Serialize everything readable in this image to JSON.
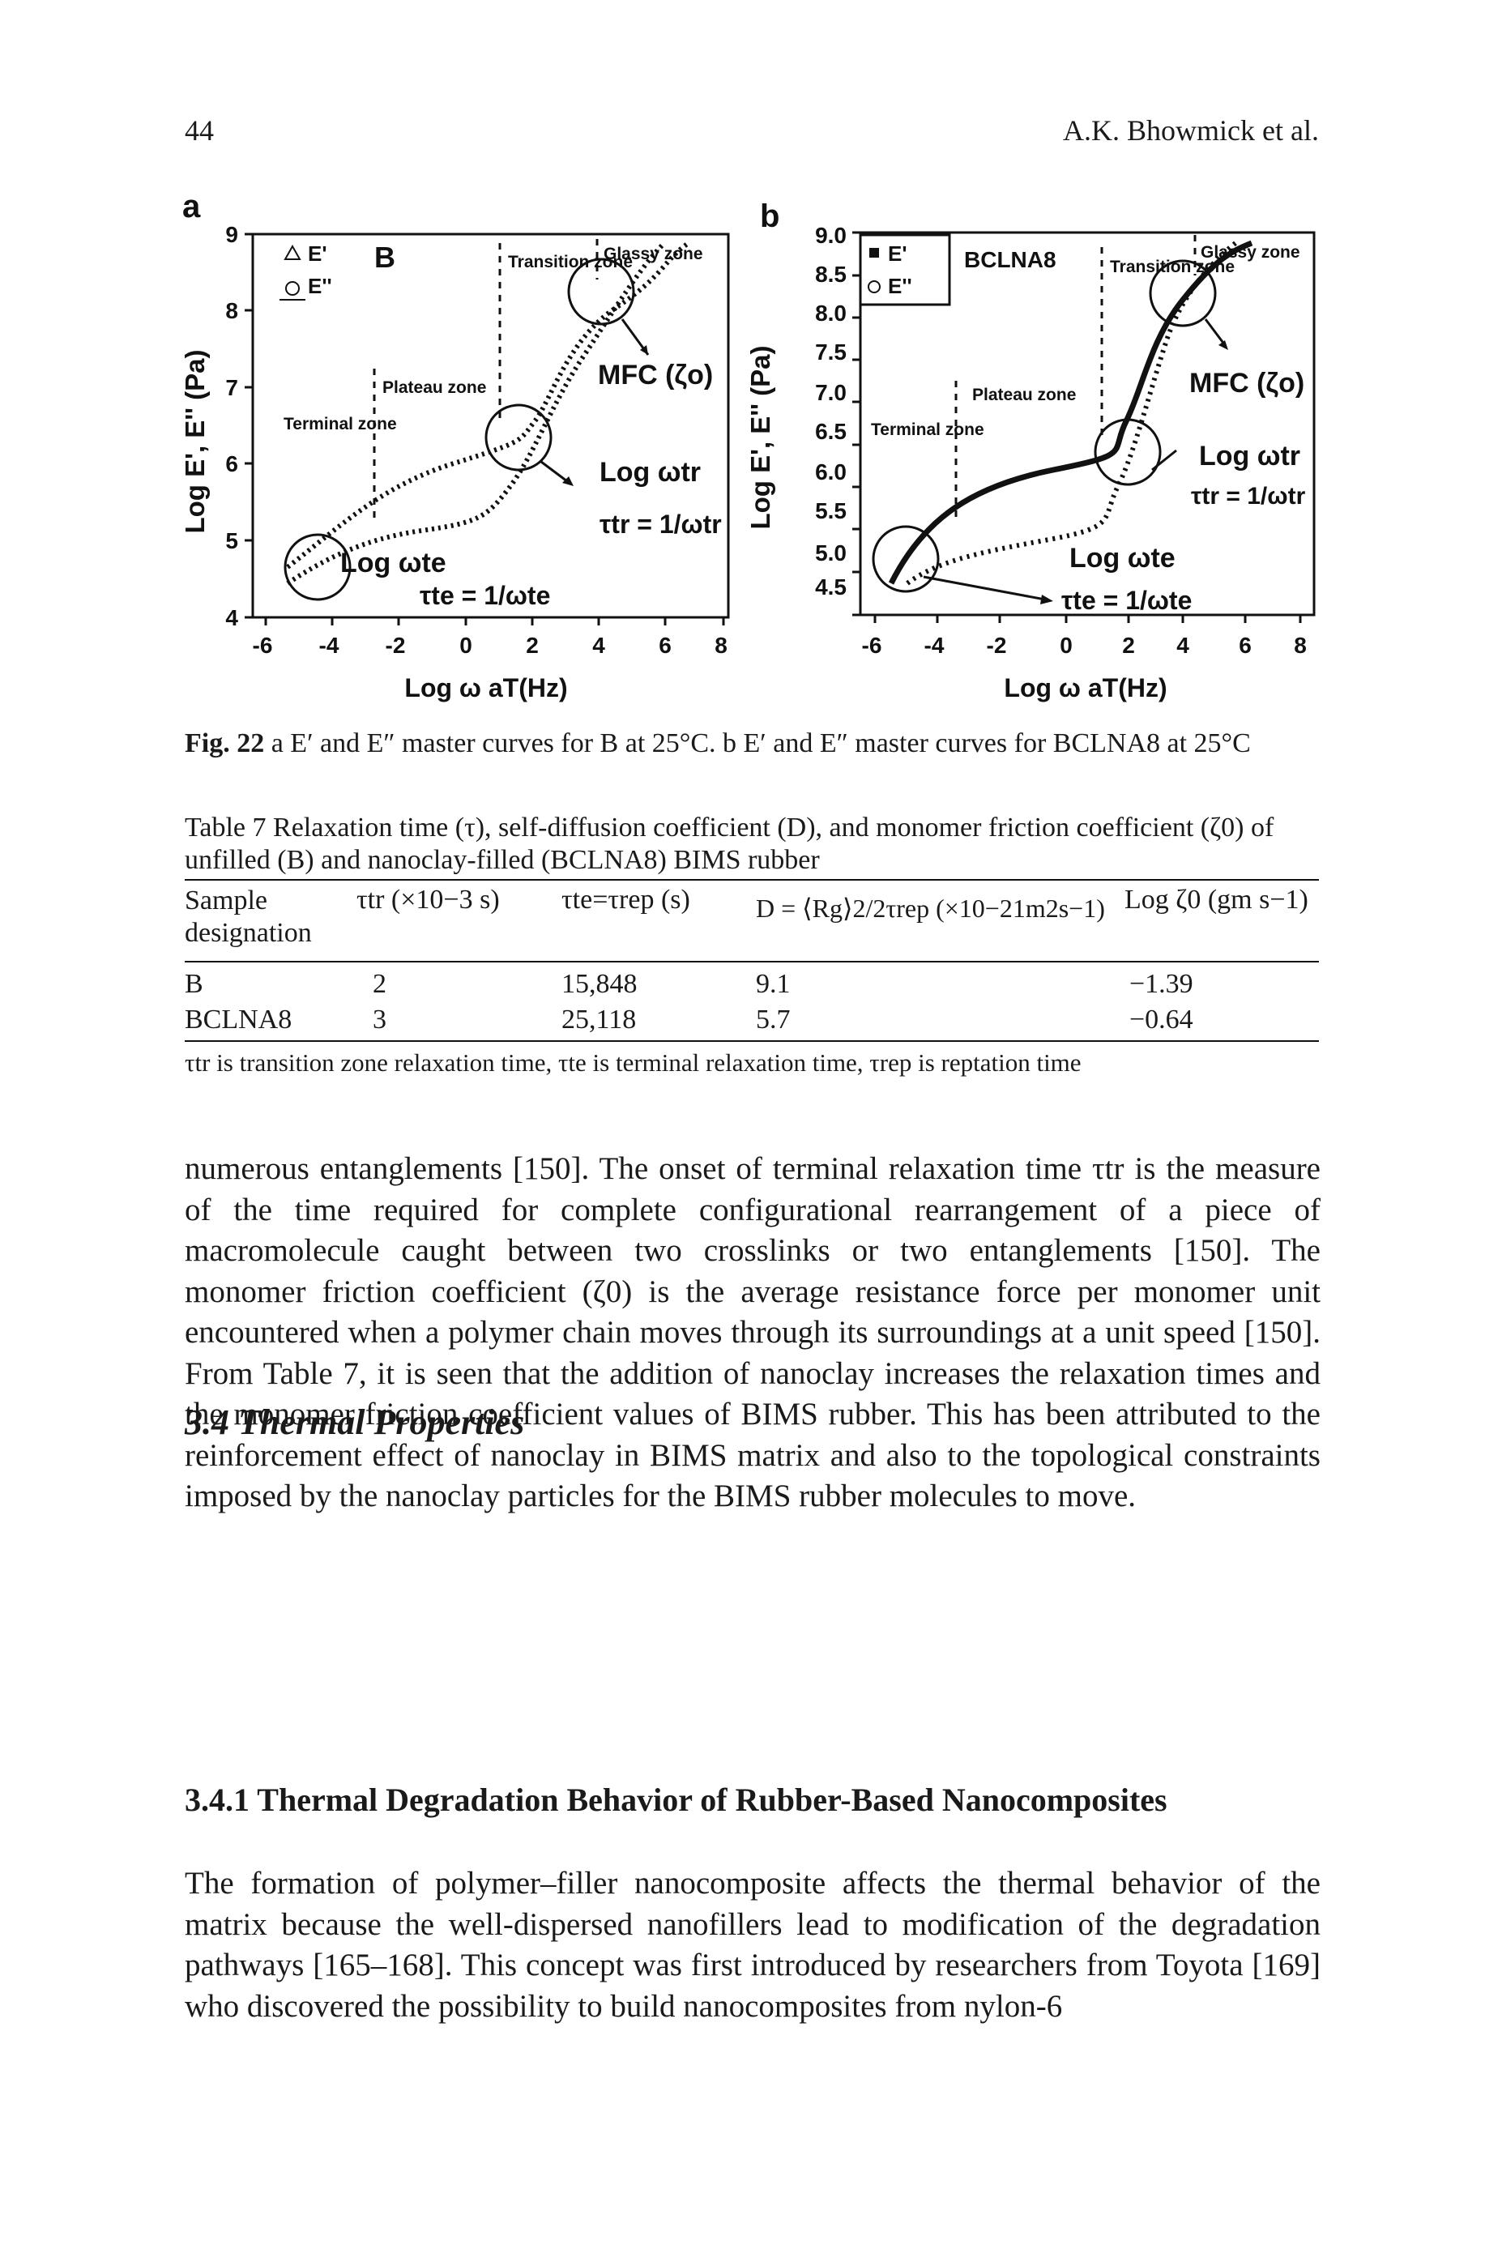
{
  "header": {
    "page_number": "44",
    "running_head": "A.K. Bhowmick et al."
  },
  "figure": {
    "panel_a": {
      "letter": "a",
      "y_axis_label": "Log E', E'' (Pa)",
      "x_axis_label": "Log ω aT(Hz)",
      "legend": [
        "E'",
        "E''"
      ],
      "legend_markers": [
        "triangle-open",
        "circle-open"
      ],
      "sample": "B",
      "zones": [
        "Terminal zone",
        "Plateau zone",
        "Transition zone",
        "Glassy zone"
      ],
      "annotations": [
        "MFC (ζo)",
        "Log ωtr",
        "τtr = 1/ωtr",
        "Log ωte",
        "τte = 1/ωte"
      ],
      "y_ticks": [
        "4",
        "5",
        "6",
        "7",
        "8",
        "9"
      ],
      "x_ticks": [
        "-6",
        "-4",
        "-2",
        "0",
        "2",
        "4",
        "6",
        "8"
      ]
    },
    "panel_b": {
      "letter": "b",
      "y_axis_label": "Log E', E'' (Pa)",
      "x_axis_label": "Log ω aT(Hz)",
      "legend": [
        "E'",
        "E''"
      ],
      "legend_markers": [
        "square-filled",
        "circle-open"
      ],
      "sample": "BCLNA8",
      "zones": [
        "Terminal zone",
        "Plateau zone",
        "Transition zone",
        "Glassy zone"
      ],
      "annotations": [
        "MFC (ζo)",
        "Log ωtr",
        "τtr = 1/ωtr",
        "Log ωte",
        "τte = 1/ωte"
      ],
      "y_ticks": [
        "4.5",
        "5.0",
        "5.5",
        "6.0",
        "6.5",
        "7.0",
        "7.5",
        "8.0",
        "8.5",
        "9.0"
      ],
      "x_ticks": [
        "-6",
        "-4",
        "-2",
        "0",
        "2",
        "4",
        "6",
        "8"
      ]
    },
    "caption_label": "Fig. 22",
    "caption_text": "a E′ and E″ master curves for B at 25°C. b E′ and E″ master curves for BCLNA8 at 25°C"
  },
  "table": {
    "label": "Table 7",
    "caption": "Relaxation time (τ), self-diffusion coefficient (D), and monomer friction coefficient (ζ0) of unfilled (B) and nanoclay-filled (BCLNA8) BIMS rubber",
    "headers": [
      "Sample designation",
      "τtr (×10−3 s)",
      "τte=τrep (s)",
      "D = ⟨Rg⟩2/2τrep (×10−21m2s−1)",
      "Log ζ0 (gm s−1)"
    ],
    "rows": [
      [
        "B",
        "2",
        "15,848",
        "9.1",
        "−1.39"
      ],
      [
        "BCLNA8",
        "3",
        "25,118",
        "5.7",
        "−0.64"
      ]
    ],
    "footnote": "τtr is transition zone relaxation time, τte is terminal relaxation time, τrep is reptation time"
  },
  "body_paragraph_1": "numerous entanglements [150]. The onset of terminal relaxation time τtr is the measure of the time required for complete configurational rearrangement of a piece of macromolecule caught between two crosslinks or two entanglements [150]. The monomer friction coefficient (ζ0) is the average resistance force per monomer unit encountered when a polymer chain moves through its surroundings at a unit speed [150]. From Table 7, it is seen that the addition of nanoclay increases the relaxation times and the monomer friction coefficient values of BIMS rubber. This has been attributed to the reinforcement effect of nanoclay in BIMS matrix and also to the topological constraints imposed by the nanoclay particles for the BIMS rubber molecules to move.",
  "section_heading": "3.4 Thermal Properties",
  "subsection_heading": "3.4.1 Thermal Degradation Behavior of Rubber-Based Nanocomposites",
  "body_paragraph_2": "The formation of polymer–filler nanocomposite affects the thermal behavior of the matrix because the well-dispersed nanofillers lead to modification of the degradation pathways [165–168]. This concept was first introduced by researchers from Toyota [169] who discovered the possibility to build nanocomposites from nylon-6"
}
